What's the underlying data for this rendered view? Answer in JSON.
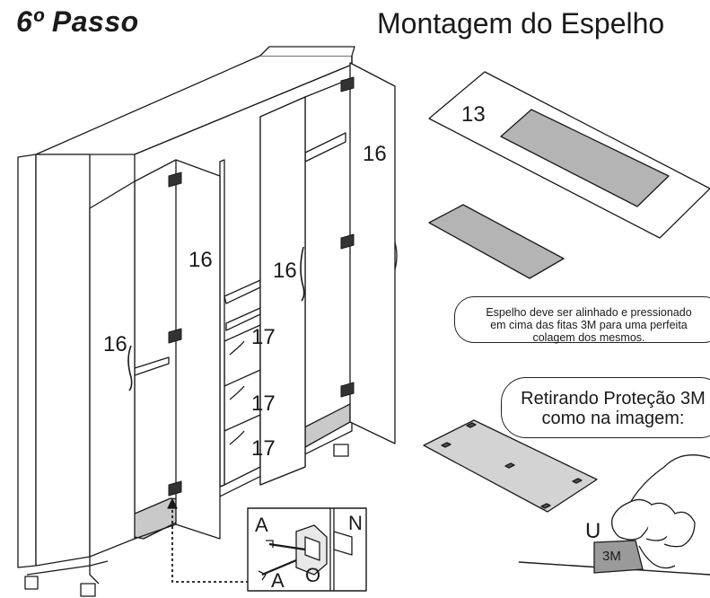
{
  "header": {
    "step_label": "6º Passo",
    "section_title": "Montagem do Espelho"
  },
  "wardrobe": {
    "door_label_right": "16",
    "door_label_left_inner": "16",
    "door_label_middle": "16",
    "door_label_left": "16",
    "drawer_labels": [
      "17",
      "17",
      "17"
    ]
  },
  "mirror_panel": {
    "part_number": "13"
  },
  "hinge_detail": {
    "screw_label_top": "A",
    "screw_label_bottom": "A",
    "hinge_label_n": "N",
    "hinge_label_o": "O"
  },
  "notes": {
    "alignment_note": [
      "Espelho deve ser alinhado e pressionado",
      "em cima das fitas 3M para uma perfeita",
      "colagem dos mesmos."
    ],
    "tape_note": [
      "Retirando Proteção 3M",
      "como na imagem:"
    ]
  },
  "tape_detail": {
    "letter_u": "U",
    "tape_label": "3M"
  }
}
